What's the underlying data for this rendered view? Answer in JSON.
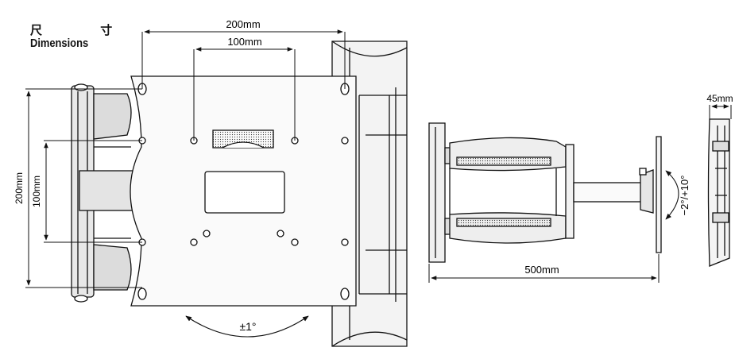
{
  "header": {
    "title_cn": "尺 寸",
    "title_en": "Dimensions"
  },
  "front_view": {
    "dim_top_outer": "200mm",
    "dim_top_inner": "100mm",
    "dim_left_outer": "200mm",
    "dim_left_inner": "100mm",
    "rotation_label": "±1°"
  },
  "side_view": {
    "extension_label": "500mm",
    "tilt_label": "−2°/+10°"
  },
  "profile_view": {
    "depth_label": "45mm"
  }
}
